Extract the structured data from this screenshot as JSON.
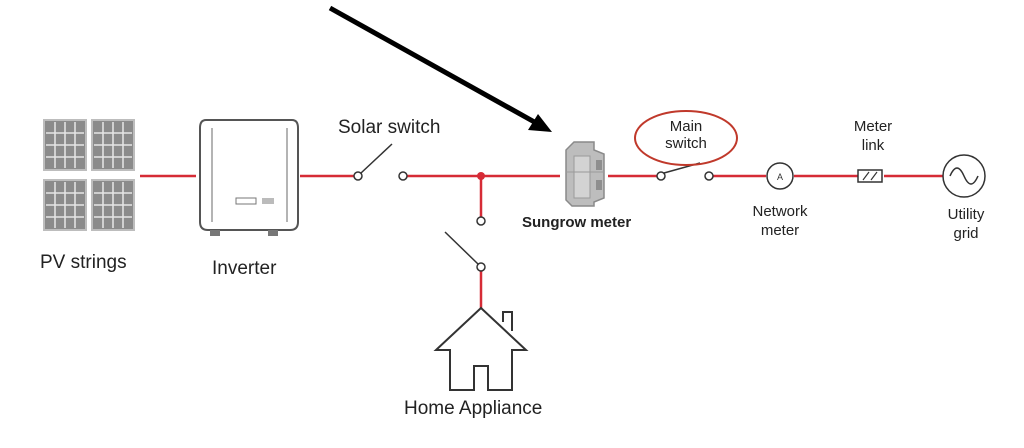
{
  "labels": {
    "pv_strings": "PV strings",
    "inverter": "Inverter",
    "solar_switch": "Solar switch",
    "sungrow_meter": "Sungrow meter",
    "main_switch_line1": "Main",
    "main_switch_line2": "switch",
    "network_meter_line1": "Network",
    "network_meter_line2": "meter",
    "meter_link_line1": "Meter",
    "meter_link_line2": "link",
    "utility_grid_line1": "Utility",
    "utility_grid_line2": "grid",
    "home_appliance": "Home Appliance",
    "ammeter_symbol": "A"
  },
  "colors": {
    "wire": "#d62b36",
    "highlight_ellipse": "#c0392b",
    "arrow": "#000000",
    "text": "#222222"
  },
  "icons": [
    "solar-panel-icon",
    "inverter-icon",
    "switch-icon",
    "meter-device-icon",
    "ammeter-icon",
    "fuse-icon",
    "ac-source-icon",
    "house-icon",
    "arrow-icon"
  ]
}
